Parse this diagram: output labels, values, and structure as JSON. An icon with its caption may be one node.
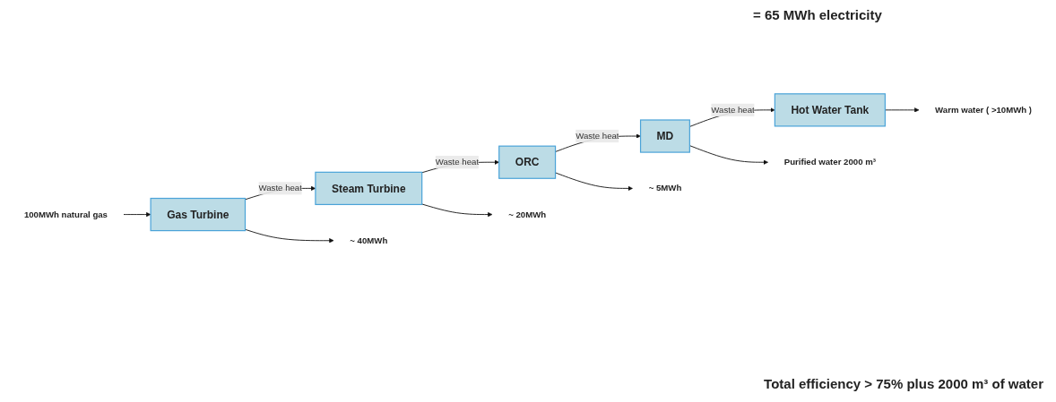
{
  "diagram": {
    "nodes": [
      {
        "text": [
          "100MWh natural gas"
        ]
      },
      {
        "text": [
          "Gas Turbine"
        ]
      },
      {
        "text": [
          "Steam Turbine"
        ]
      },
      {
        "text": [
          "ORC"
        ]
      },
      {
        "text": [
          "MD"
        ]
      },
      {
        "text": [
          "Hot Water Tank"
        ]
      },
      {
        "text": [
          "~ 40MWh"
        ]
      },
      {
        "text": [
          "~ 20MWh"
        ]
      },
      {
        "text": [
          "~ 5MWh"
        ]
      },
      {
        "text": [
          "Purified water 2000 m³"
        ]
      },
      {
        "text": [
          "Warm water ( >10MWh )"
        ]
      }
    ],
    "edges": [
      {
        "from": 0,
        "to": 1,
        "arrow": "to"
      },
      {
        "from": 1,
        "to": 2,
        "label": "Waste heat",
        "arrow": "to"
      },
      {
        "from": 2,
        "to": 3,
        "label": "Waste heat",
        "arrow": "to"
      },
      {
        "from": 3,
        "to": 4,
        "label": "Waste heat",
        "arrow": "to"
      },
      {
        "from": 4,
        "to": 5,
        "label": "Waste heat",
        "arrow": "to"
      },
      {
        "from": 1,
        "to": 6,
        "arrow": "to"
      },
      {
        "from": 2,
        "to": 7,
        "arrow": "to"
      },
      {
        "from": 3,
        "to": 8,
        "arrow": "to"
      },
      {
        "from": 4,
        "to": 9,
        "arrow": "to"
      },
      {
        "from": 5,
        "to": 10,
        "arrow": "to"
      }
    ],
    "labels": [
      "= 65 MWh electricity",
      "Total efficiency > 75% plus 2000 m³ of water"
    ]
  }
}
